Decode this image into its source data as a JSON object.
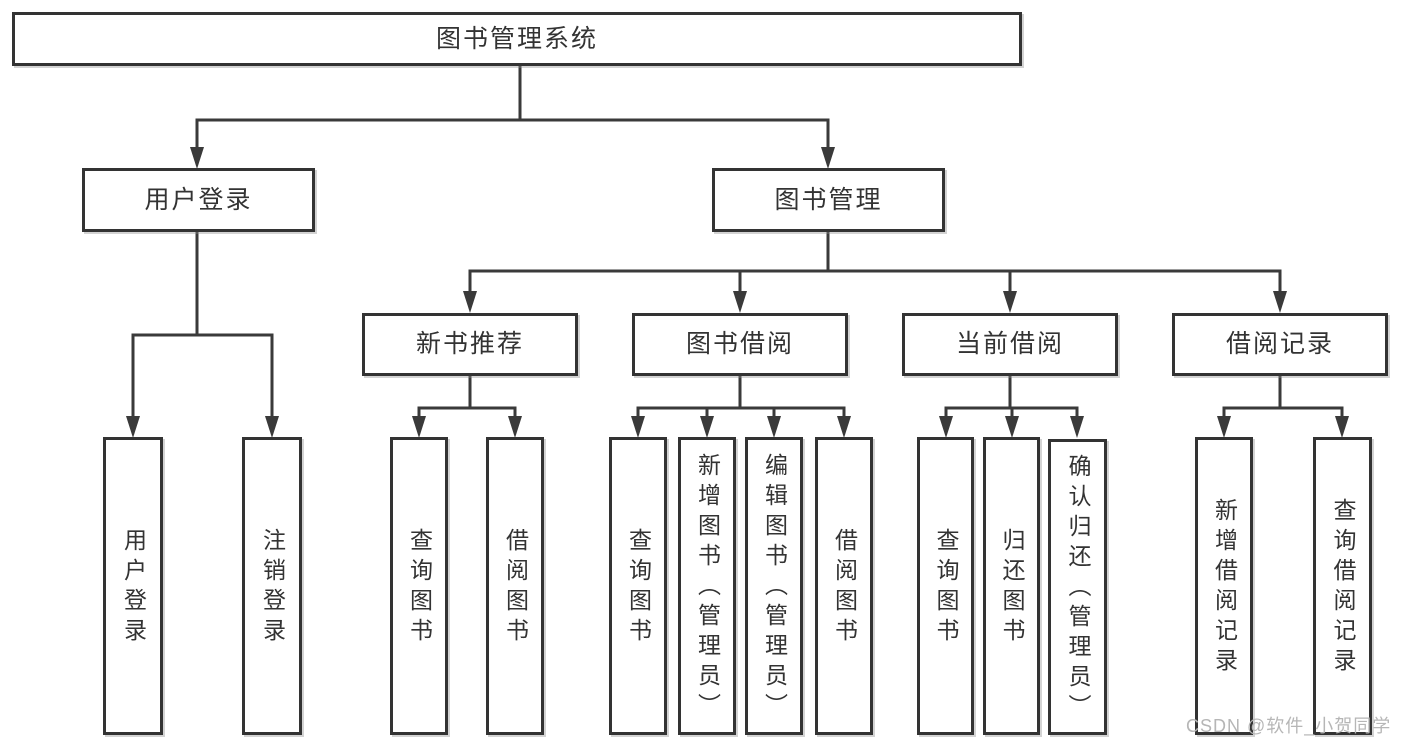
{
  "diagram": {
    "title": "图书管理系统",
    "branches": {
      "user_login": {
        "label": "用户登录",
        "children": [
          "用户登录",
          "注销登录"
        ]
      },
      "book_mgmt": {
        "label": "图书管理",
        "modules": {
          "new_book": {
            "label": "新书推荐",
            "children": [
              "查询图书",
              "借阅图书"
            ]
          },
          "book_borrow": {
            "label": "图书借阅",
            "children": [
              "查询图书",
              "新增图书（管理员）",
              "编辑图书（管理员）",
              "借阅图书"
            ]
          },
          "current_borrow": {
            "label": "当前借阅",
            "children": [
              "查询图书",
              "归还图书",
              "确认归还（管理员）"
            ]
          },
          "borrow_record": {
            "label": "借阅记录",
            "children": [
              "新增借阅记录",
              "查询借阅记录"
            ]
          }
        }
      }
    },
    "line_color": "#3a3a3a",
    "box_border_color": "#333333"
  },
  "watermark": {
    "text": "CSDN @软件_小贺同学",
    "color": "#b6b6b6"
  }
}
